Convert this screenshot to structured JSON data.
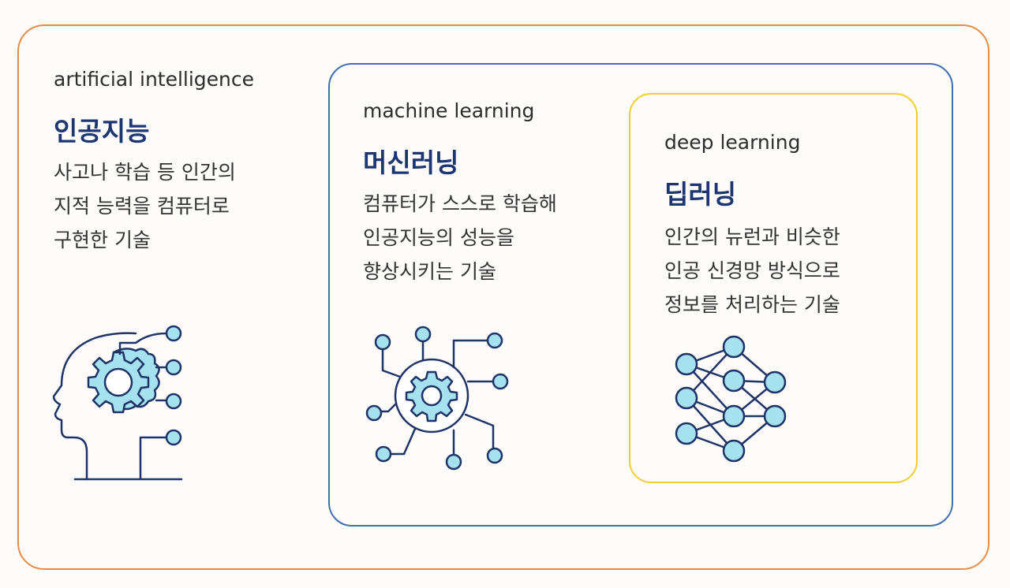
{
  "ai": {
    "en_label": "artificial intelligence",
    "ko_title": "인공지능",
    "desc_lines": [
      "사고나 학습 등 인간의",
      "지적 능력을 컴퓨터로",
      "구현한 기술"
    ],
    "border_color": "#e68d45"
  },
  "ml": {
    "en_label": "machine learning",
    "ko_title": "머신러닝",
    "desc_lines": [
      "컴퓨터가 스스로 학습해",
      "인공지능의 성능을",
      "향상시키는 기술"
    ],
    "border_color": "#3f70b3"
  },
  "dl": {
    "en_label": "deep learning",
    "ko_title": "딥러닝",
    "desc_lines": [
      "인간의 뉴런과 비슷한",
      "인공 신경망 방식으로",
      "정보를 처리하는 기술"
    ],
    "border_color": "#f2cf2c"
  },
  "icons": {
    "ai_icon": "head-with-gear-brain-icon",
    "ml_icon": "gear-circuit-icon",
    "dl_icon": "neural-network-icon",
    "fill_color": "#a5e1ee",
    "stroke_color": "#1f3366"
  }
}
